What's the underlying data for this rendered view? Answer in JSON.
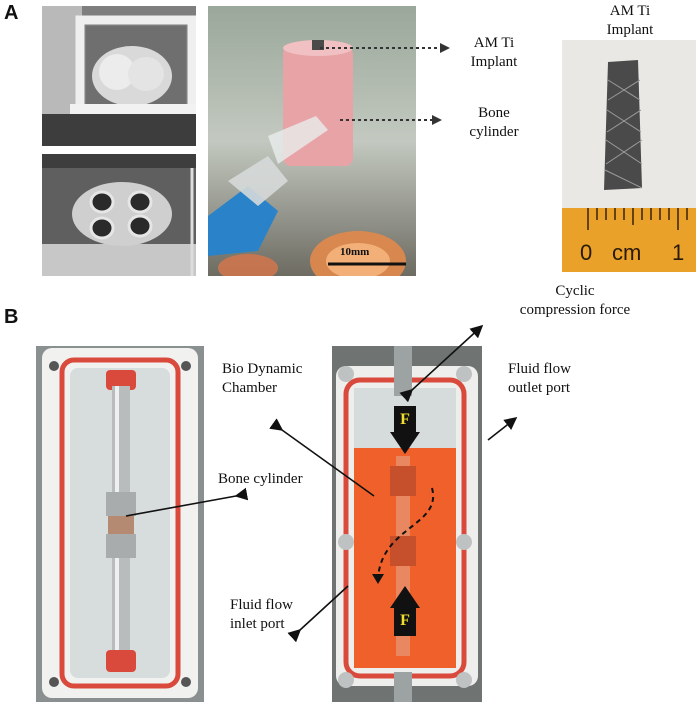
{
  "panel_a": {
    "letter": "A",
    "callouts": {
      "implant": "AM Ti\nImplant",
      "bone": "Bone\ncylinder"
    },
    "scale_bar": "10mm",
    "implant_photo_title": "AM Ti\nImplant",
    "ruler": {
      "zero": "0",
      "unit": "cm",
      "one": "1"
    }
  },
  "panel_b": {
    "letter": "B",
    "labels": {
      "bone_cylinder": "Bone cylinder",
      "cyclic_force": "Cyclic\ncompression force",
      "bio_dynamic_chamber": "Bio Dynamic\nChamber",
      "outlet_port": "Fluid flow\noutlet port",
      "inlet_port": "Fluid flow\ninlet port"
    },
    "force_symbol": "F"
  },
  "colors": {
    "ruler_orange": "#e9a12a",
    "culture_medium": "#f0602a",
    "chamber_gasket": "#d94a3c",
    "force_arrow": "#111111",
    "force_letter": "#f1e030"
  }
}
